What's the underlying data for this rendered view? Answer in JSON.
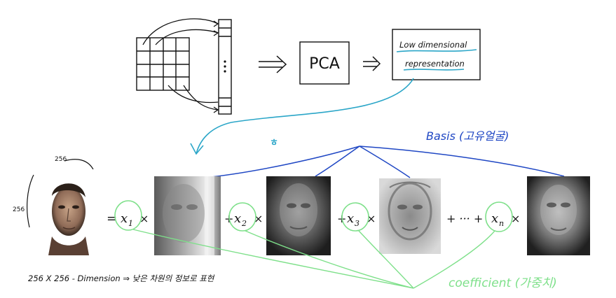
{
  "pca_label": "PCA",
  "low_dim": {
    "line1": "Low dimensional",
    "line2": "representation"
  },
  "basis_annotation": "Basis (고유얼굴)",
  "coefficient_annotation": "coefficient (가중치)",
  "dimension_note": "256 X 256 - Dimension ⇒ 낮은 차원의 정보로 표현",
  "size_labels": {
    "width": "256",
    "height": "256"
  },
  "equation": {
    "equals": "=",
    "times": "×",
    "plus": "+",
    "dots": "+ ··· +",
    "terms": [
      "x",
      "x",
      "x",
      "x"
    ],
    "subscripts": [
      "1",
      "2",
      "3",
      "n"
    ]
  },
  "small_mark": "ㅎ",
  "arrow_double": "⇒",
  "colors": {
    "ink": "#111111",
    "teal": "#2ba6c8",
    "blue": "#1f47c4",
    "green": "#7ee08a"
  }
}
